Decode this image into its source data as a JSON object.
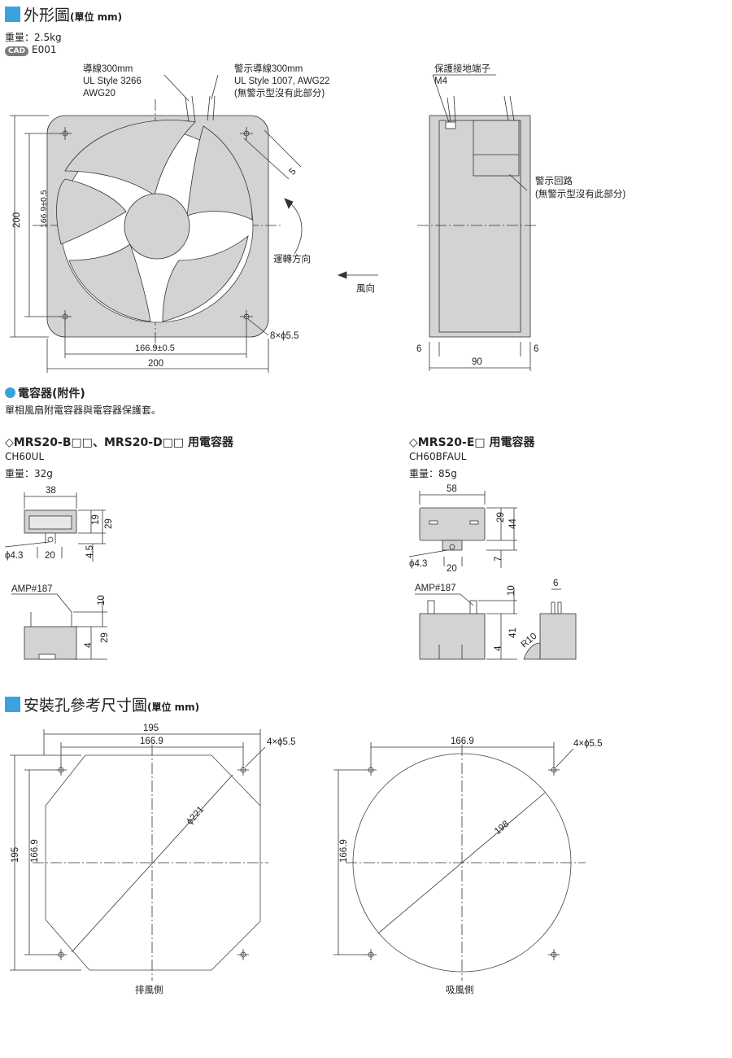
{
  "section1": {
    "title": "外形圖",
    "unit": "(單位 mm)"
  },
  "weight": "重量：2.5kg",
  "cad": {
    "badge": "CAD",
    "code": "E001"
  },
  "front": {
    "lead_label": [
      "導線300mm",
      "UL Style 3266",
      "AWG20"
    ],
    "alarm_lead_label": [
      "警示導線300mm",
      "UL Style 1007, AWG22",
      "(無警示型沒有此部分)"
    ],
    "rotation": "運轉方向",
    "dim_5": "5",
    "dim_200_v": "200",
    "dim_1669_v": "166.9±0.5",
    "dim_1669_h": "166.9±0.5",
    "dim_200_h": "200",
    "holes": "8×ϕ5.5"
  },
  "airflow": "風向",
  "side": {
    "ground_label": [
      "保護接地端子",
      "M4"
    ],
    "alarm_circuit": [
      "警示回路",
      "(無警示型沒有此部分)"
    ],
    "dim_6a": "6",
    "dim_90": "90",
    "dim_6b": "6"
  },
  "section2": {
    "title": "電容器(附件)",
    "desc": "單相風扇附電容器與電容器保護套。"
  },
  "capA": {
    "title": "◇MRS20-B□□、MRS20-D□□ 用電容器",
    "model": "CH60UL",
    "weight": "重量：32g",
    "dims": {
      "w": "38",
      "h19": "19",
      "h29": "29",
      "d43": "ϕ4.3",
      "d20": "20",
      "d45": "4.5",
      "amp": "AMP#187",
      "d10": "10",
      "d4": "4",
      "d29b": "29"
    }
  },
  "capB": {
    "title": "◇MRS20-E□ 用電容器",
    "model": "CH60BFAUL",
    "weight": "重量：85g",
    "dims": {
      "w": "58",
      "h29": "29",
      "h44": "44",
      "d43": "ϕ4.3",
      "d20": "20",
      "d7": "7",
      "amp": "AMP#187",
      "d10": "10",
      "d6": "6",
      "d4": "4",
      "d41": "41",
      "r10": "R10"
    }
  },
  "section3": {
    "title": "安裝孔參考尺寸圖",
    "unit": "(單位 mm)"
  },
  "mountA": {
    "d195h": "195",
    "d1669h": "166.9",
    "holes": "4×ϕ5.5",
    "dia": "ϕ221",
    "d195v": "195",
    "d1669v": "166.9",
    "label": "排風側"
  },
  "mountB": {
    "d1669h": "166.9",
    "holes": "4×ϕ5.5",
    "dia": "198",
    "d1669v": "166.9",
    "label": "吸風側"
  }
}
